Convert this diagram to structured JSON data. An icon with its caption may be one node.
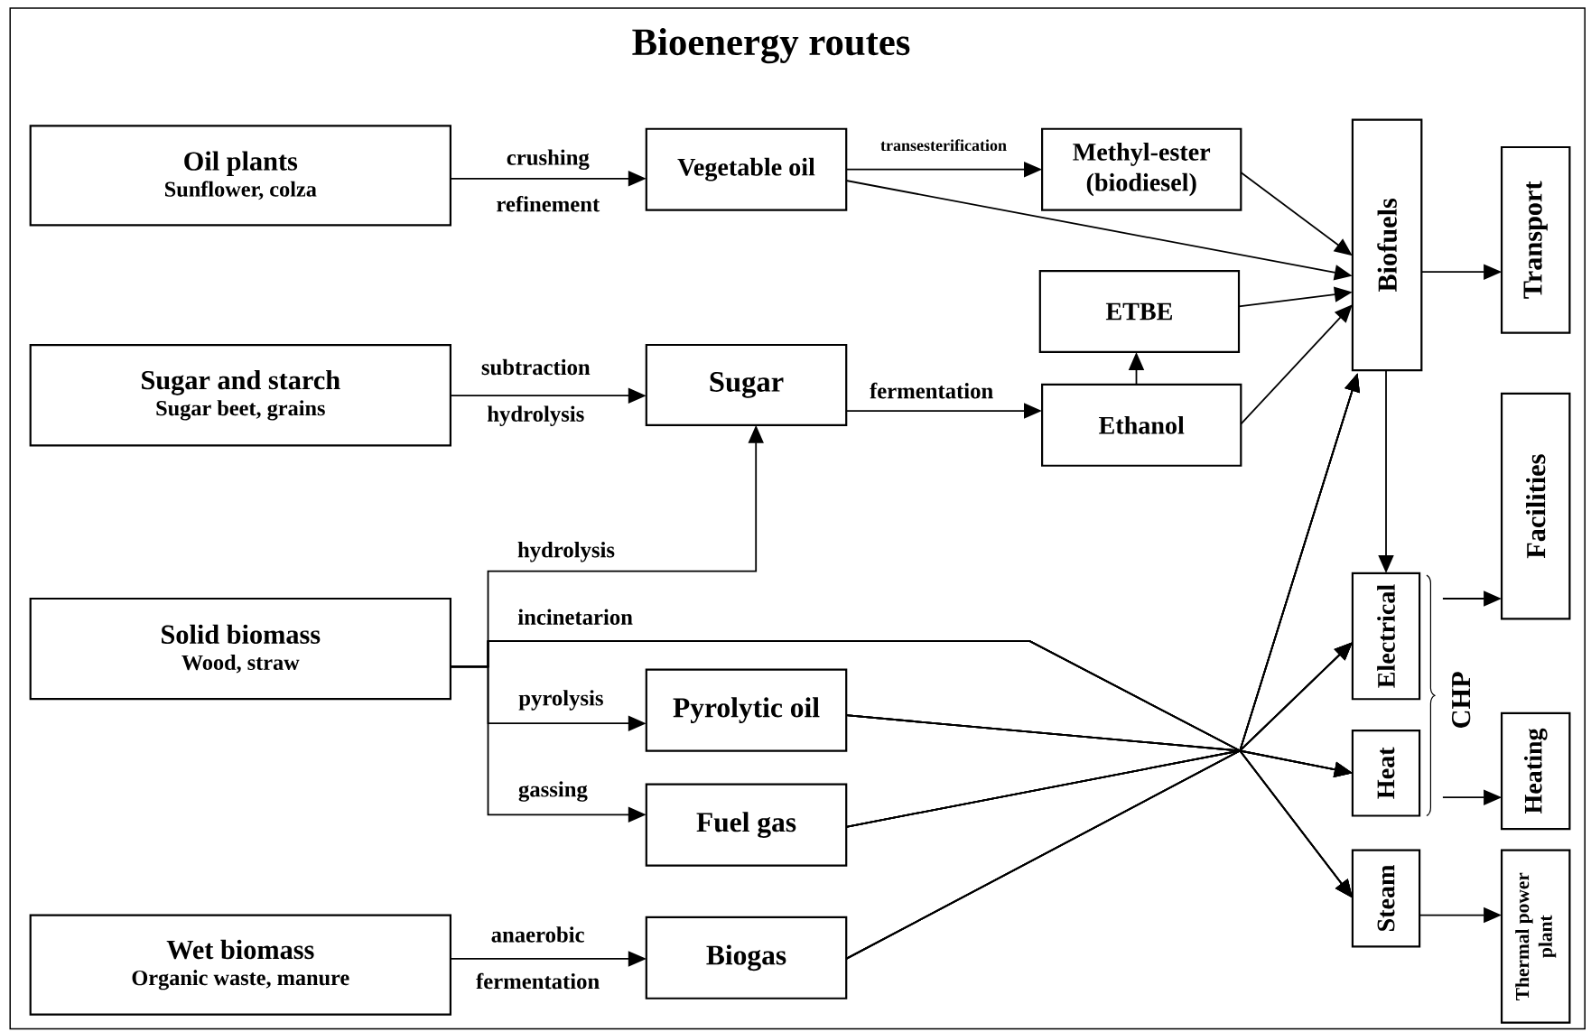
{
  "diagram": {
    "title": "Bioenergy routes",
    "nodes": [
      {
        "text": [
          "Oil plants",
          "Sunflower, colza"
        ]
      },
      {
        "text": [
          "Vegetable oil"
        ]
      },
      {
        "text": [
          "Methyl-ester (biodiesel)"
        ]
      },
      {
        "text": [
          "Biofuels"
        ]
      },
      {
        "text": [
          "Transport"
        ]
      },
      {
        "text": [
          "Sugar and starch",
          "Sugar beet, grains"
        ]
      },
      {
        "text": [
          "Sugar"
        ]
      },
      {
        "text": [
          "ETBE"
        ]
      },
      {
        "text": [
          "Ethanol"
        ]
      },
      {
        "text": [
          "Solid biomass",
          "Wood, straw"
        ]
      },
      {
        "text": [
          "Facilities"
        ]
      },
      {
        "text": [
          "Electrical"
        ]
      },
      {
        "text": [
          "Pyrolytic oil"
        ]
      },
      {
        "text": [
          "Heat"
        ]
      },
      {
        "text": [
          "Heating"
        ]
      },
      {
        "text": [
          "Fuel gas"
        ]
      },
      {
        "text": [
          "Steam"
        ]
      },
      {
        "text": [
          "Thermal power plant"
        ]
      },
      {
        "text": [
          "Wet biomass",
          "Organic waste, manure"
        ]
      },
      {
        "text": [
          "Biogas"
        ]
      }
    ],
    "edges": [
      {
        "from": 0,
        "to": 1,
        "arrow": "to",
        "label": "crushing refinement"
      },
      {
        "from": 1,
        "to": 2,
        "arrow": "to",
        "label": "transesterification"
      },
      {
        "from": 1,
        "to": 3,
        "arrow": "to"
      },
      {
        "from": 2,
        "to": 3,
        "arrow": "to"
      },
      {
        "from": 7,
        "to": 3,
        "arrow": "to"
      },
      {
        "from": 8,
        "to": 3,
        "arrow": "to"
      },
      {
        "from": 3,
        "to": 4,
        "arrow": "to"
      },
      {
        "from": 5,
        "to": 6,
        "arrow": "to",
        "label": "subtraction hydrolysis"
      },
      {
        "from": 6,
        "to": 8,
        "arrow": "to",
        "label": "fermentation"
      },
      {
        "from": 8,
        "to": 7,
        "arrow": "to"
      },
      {
        "from": 3,
        "to": 11,
        "arrow": "to"
      },
      {
        "from": 11,
        "to": 10,
        "arrow": "to"
      },
      {
        "from": 13,
        "to": 14,
        "arrow": "to"
      },
      {
        "from": 16,
        "to": 17,
        "arrow": "to"
      },
      {
        "from": 9,
        "to": 6,
        "arrow": "to",
        "label": "hydrolysis"
      },
      {
        "from": 9,
        "to": 12,
        "arrow": "to",
        "label": "pyrolysis"
      },
      {
        "from": 9,
        "to": 15,
        "arrow": "to",
        "label": "gassing"
      },
      {
        "from": 18,
        "to": 19,
        "arrow": "to",
        "label": "anaerobic fermentation"
      },
      {
        "from": 9,
        "to": 3,
        "arrow": "to",
        "label": "incinetarion"
      },
      {
        "from": 9,
        "to": 11,
        "arrow": "to"
      },
      {
        "from": 9,
        "to": 13,
        "arrow": "to"
      },
      {
        "from": 9,
        "to": 16,
        "arrow": "to"
      },
      {
        "from": 12,
        "to": 3,
        "arrow": "to"
      },
      {
        "from": 12,
        "to": 11,
        "arrow": "to"
      },
      {
        "from": 12,
        "to": 13,
        "arrow": "to"
      },
      {
        "from": 12,
        "to": 16,
        "arrow": "to"
      },
      {
        "from": 15,
        "to": 3,
        "arrow": "to"
      },
      {
        "from": 15,
        "to": 11,
        "arrow": "to"
      },
      {
        "from": 15,
        "to": 13,
        "arrow": "to"
      },
      {
        "from": 15,
        "to": 16,
        "arrow": "to"
      },
      {
        "from": 19,
        "to": 3,
        "arrow": "to"
      },
      {
        "from": 19,
        "to": 11,
        "arrow": "to"
      },
      {
        "from": 19,
        "to": 13,
        "arrow": "to"
      },
      {
        "from": 19,
        "to": 16,
        "arrow": "to"
      }
    ],
    "labels": [
      "CHP"
    ]
  }
}
